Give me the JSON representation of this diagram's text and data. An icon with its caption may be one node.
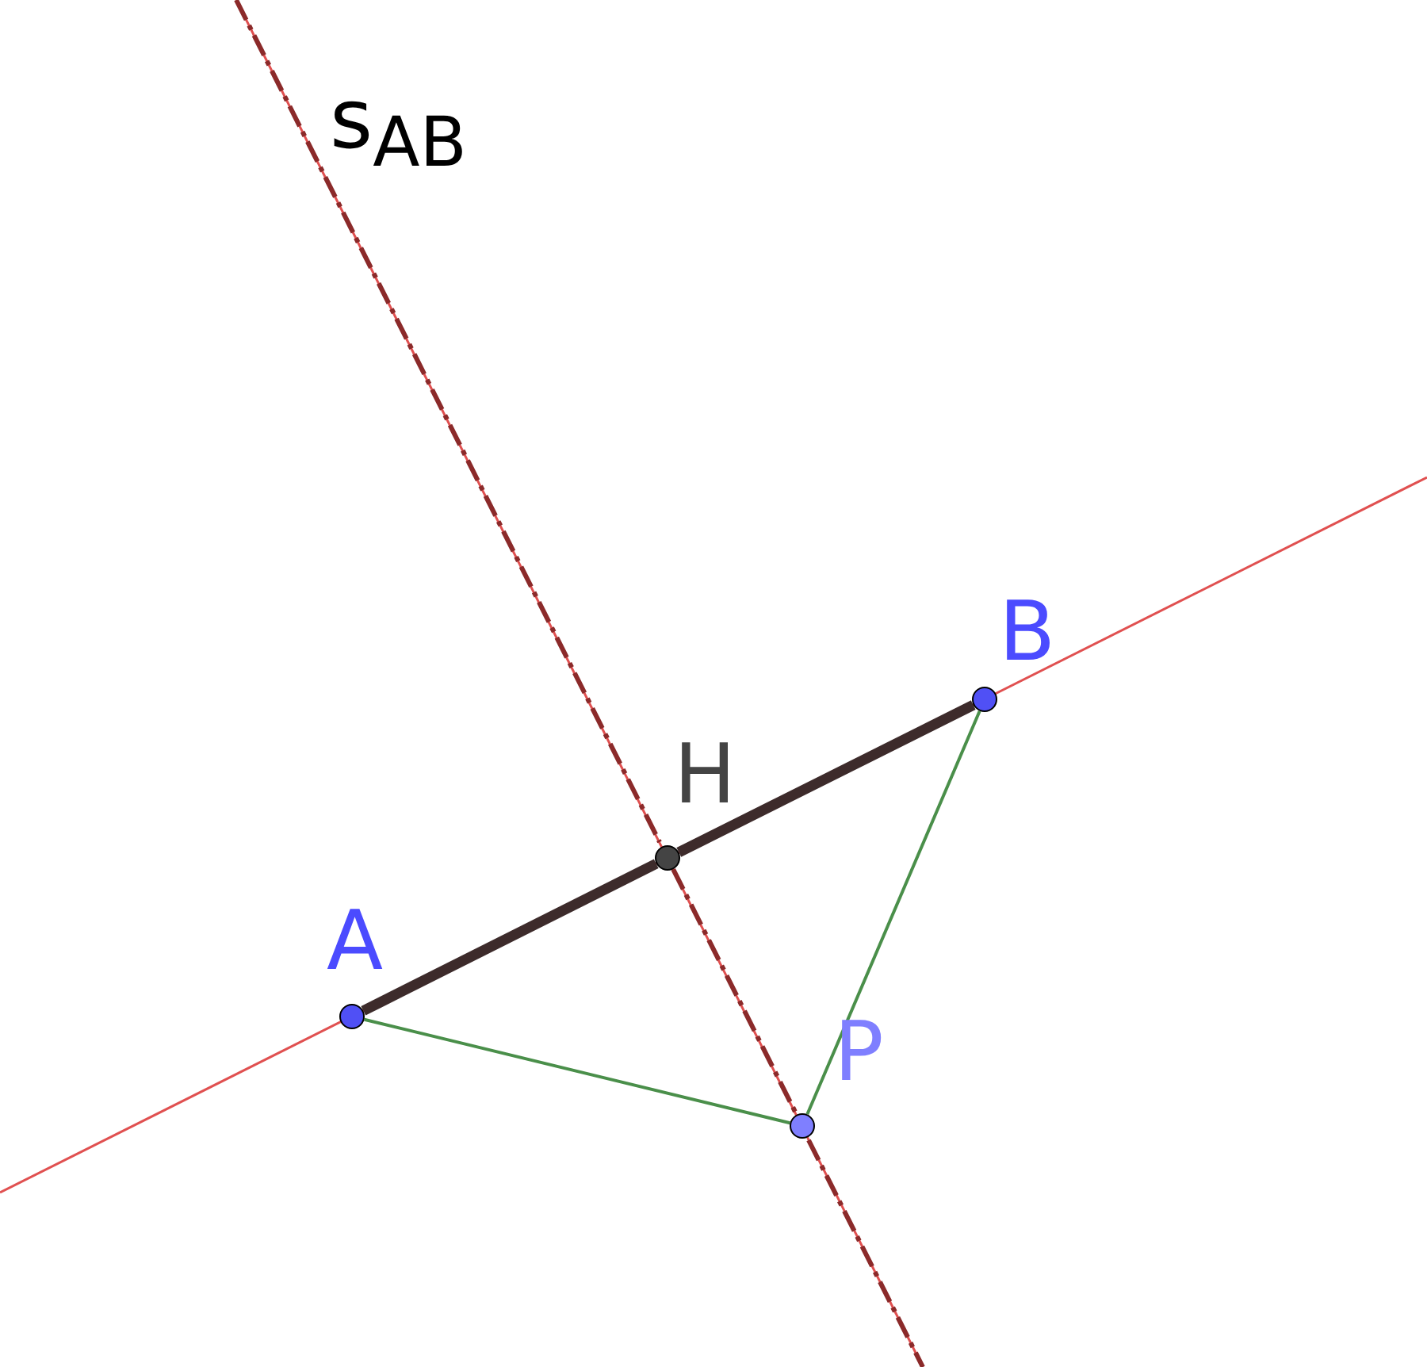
{
  "diagram": {
    "nodes": [
      {
        "text": [],
        "shape": "circle",
        "beside": [
          "A"
        ]
      },
      {
        "text": [],
        "shape": "circle",
        "beside": [
          "B"
        ]
      },
      {
        "text": [],
        "shape": "circle",
        "beside": [
          "H"
        ]
      },
      {
        "text": [],
        "shape": "circle",
        "beside": [
          "P"
        ]
      }
    ],
    "edges": [
      {
        "from": 0,
        "to": 2,
        "arrow": "none",
        "style": "thick",
        "color": "#3d2b2b"
      },
      {
        "from": 2,
        "to": 1,
        "arrow": "none",
        "style": "thick",
        "color": "#3d2b2b"
      },
      {
        "from": 0,
        "to": 3,
        "arrow": "none",
        "color": "#4a8f4a"
      },
      {
        "from": 1,
        "to": 3,
        "arrow": "none",
        "color": "#4a8f4a"
      },
      {
        "from": 2,
        "to": 3,
        "arrow": "none",
        "style": "dashed",
        "color": "#8b2a2a"
      }
    ],
    "labels": [
      "s$_{AB}$"
    ]
  }
}
